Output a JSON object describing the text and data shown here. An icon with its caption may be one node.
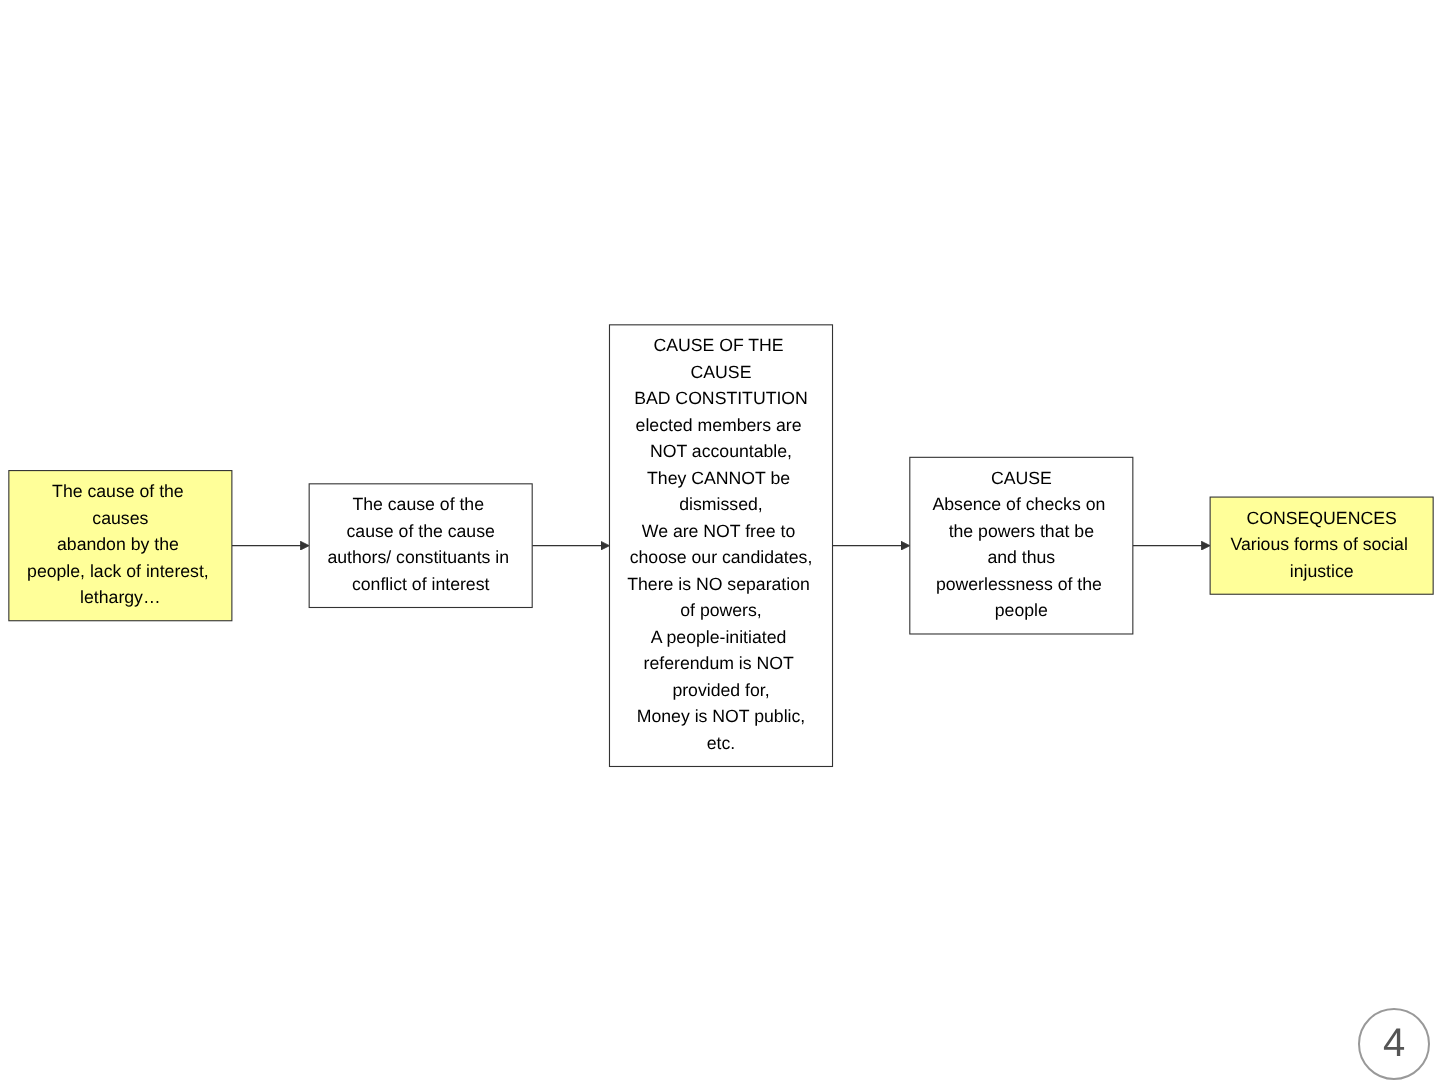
{
  "diagram": {
    "nodes": [
      {
        "text": [
          "CONSEQUENCES",
          "Various forms of social injustice"
        ]
      },
      {
        "text": [
          "CAUSE",
          "Absence of checks on the powers that be",
          "and thus",
          "powerlessness of the people"
        ]
      },
      {
        "text": [
          "CAUSE OF THE CAUSE",
          "BAD CONSTITUTION",
          "elected members are NOT accountable,",
          "They CANNOT be dismissed,",
          "We are NOT free to choose our candidates,",
          "There is NO separation of powers,",
          "A people-initiated referendum is NOT provided for,",
          "Money is NOT public,",
          "etc."
        ]
      },
      {
        "text": [
          "The cause of the causes",
          "abandon by the people, lack of interest, lethargy…"
        ]
      },
      {
        "text": [
          "The cause of the cause of the cause",
          "authors/ constituants in conflict of interest"
        ]
      }
    ],
    "edges": [
      {
        "from": 2,
        "to": 1,
        "arrow": "to"
      },
      {
        "from": 1,
        "to": 0,
        "arrow": "to"
      },
      {
        "from": 3,
        "to": 4,
        "arrow": "to"
      },
      {
        "from": 4,
        "to": 2,
        "arrow": "to"
      }
    ],
    "labels": [
      "4"
    ]
  }
}
